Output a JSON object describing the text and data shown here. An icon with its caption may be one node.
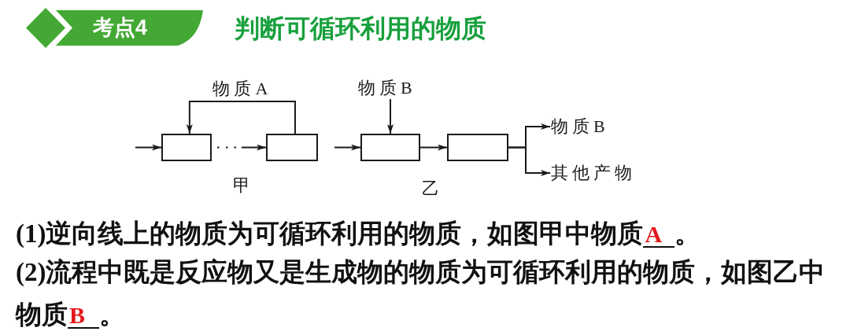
{
  "diagram": {
    "title": "判断可循环利用的物质",
    "nodes": [
      {
        "text": [
          "考点4"
        ]
      },
      {
        "text": [],
        "shape": "box"
      },
      {
        "text": [],
        "shape": "box"
      },
      {
        "text": [],
        "shape": "box"
      },
      {
        "text": [],
        "shape": "box"
      },
      {
        "text": [
          "物质B"
        ]
      },
      {
        "text": [
          "物质B"
        ]
      },
      {
        "text": [
          "其他产物"
        ]
      }
    ],
    "edges": [
      {
        "from": null,
        "to": 1,
        "arrow": "to"
      },
      {
        "from": 1,
        "to": 2,
        "arrow": "to",
        "style": "dashed"
      },
      {
        "from": 2,
        "to": 1,
        "arrow": "to",
        "label": "物质A"
      },
      {
        "from": null,
        "to": 3,
        "arrow": "to"
      },
      {
        "from": 5,
        "to": 3,
        "arrow": "to"
      },
      {
        "from": 3,
        "to": 4,
        "arrow": "to"
      },
      {
        "from": 4,
        "to": 6,
        "arrow": "to"
      },
      {
        "from": 4,
        "to": 7,
        "arrow": "to"
      }
    ],
    "labels": [
      "甲",
      "乙",
      "(1)逆向线上的物质为可循环利用的物质，如图甲中物质",
      "A",
      "。",
      "(2)流程中既是反应物又是生成物的物质为可循环利用的物质，如图乙中物质",
      "B",
      "。"
    ]
  }
}
